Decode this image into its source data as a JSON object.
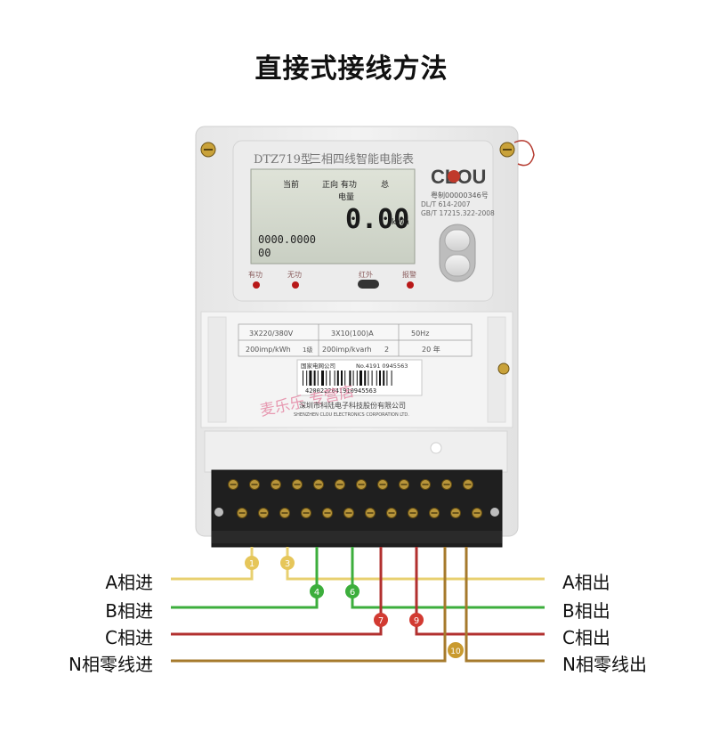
{
  "title": "直接式接线方法",
  "meter": {
    "model": "DTZ719型",
    "name": "三相四线智能电能表",
    "brand_logo": "CLOU",
    "cert": "粤制00000346号",
    "std1": "DL/T 614-2007",
    "std2": "GB/T 17215.322-2008",
    "lcd": {
      "top_left": "当前",
      "top_mid": "正向 有功",
      "top_right": "总",
      "energy_label": "电量",
      "value": "0.00",
      "unit": "kWh",
      "row1": "0000.0000",
      "row2": "00"
    },
    "indicators": [
      "有功",
      "无功",
      "红外",
      "报警"
    ],
    "specs": {
      "voltage": "3X220/380V",
      "current": "3X10(100)A",
      "freq": "50Hz",
      "const_active": "200imp/kWh",
      "class_active": "1级",
      "const_reactive": "200imp/kvarh",
      "class_reactive": "2",
      "year": "20  年"
    },
    "grid_label": "国家电网公司",
    "serial_no": "No.4191 0945563",
    "barcode_number": "4200222041910945563",
    "maker_cn": "深圳市科陆电子科技股份有限公司",
    "maker_en": "SHENZHEN CLOU ELECTRONICS CORPORATION LTD.",
    "watermark": "麦乐乐 专营店"
  },
  "terminals": [
    "1",
    "3",
    "4",
    "6",
    "7",
    "9",
    "10"
  ],
  "wire_labels": {
    "a_in": "A相进",
    "b_in": "B相进",
    "c_in": "C相进",
    "n_in": "N相零线进",
    "a_out": "A相出",
    "b_out": "B相出",
    "c_out": "C相出",
    "n_out": "N相零线出"
  },
  "colors": {
    "phase_a": "#e8d070",
    "phase_b": "#3cae3c",
    "phase_c": "#b2302f",
    "neutral": "#a67a2c"
  }
}
